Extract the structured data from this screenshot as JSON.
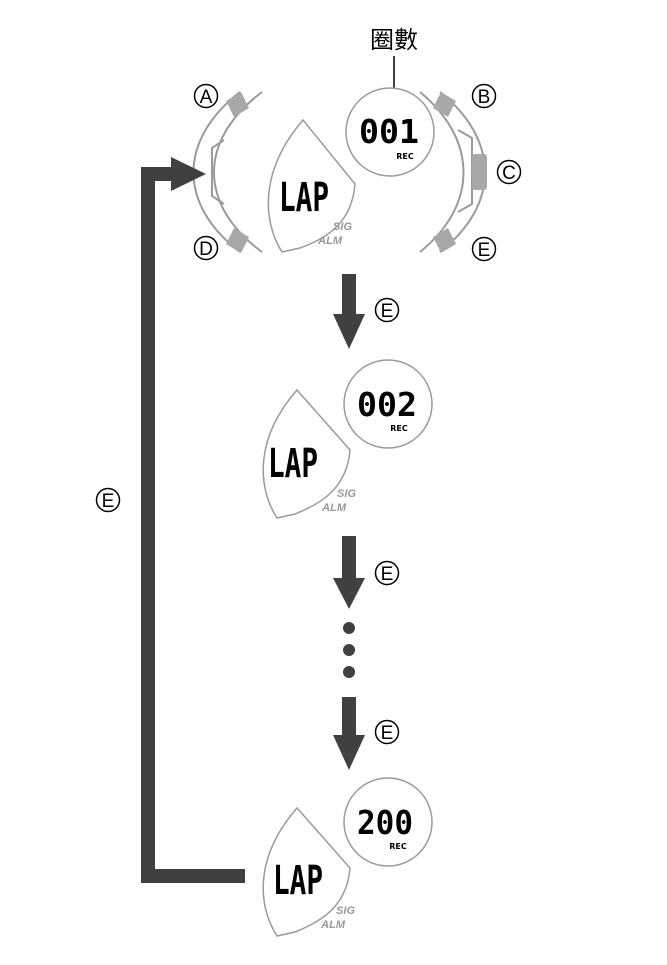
{
  "callout": {
    "label": "圈數"
  },
  "buttons": {
    "a": "A",
    "b": "B",
    "c": "C",
    "d": "D",
    "e": "E"
  },
  "press_labels": [
    "E",
    "E",
    "E"
  ],
  "loop_label": "E",
  "screens": [
    {
      "mode": "LAP",
      "count": "001",
      "count_sub": "REC",
      "ind1": "SIG",
      "ind2": "ALM"
    },
    {
      "mode": "LAP",
      "count": "002",
      "count_sub": "REC",
      "ind1": "SIG",
      "ind2": "ALM"
    },
    {
      "mode": "LAP",
      "count": "200",
      "count_sub": "REC",
      "ind1": "SIG",
      "ind2": "ALM"
    }
  ],
  "colors": {
    "arrow": "#404040",
    "outline": "#9a9a9a",
    "button": "#a8a8a8",
    "lcd": "#000000"
  }
}
